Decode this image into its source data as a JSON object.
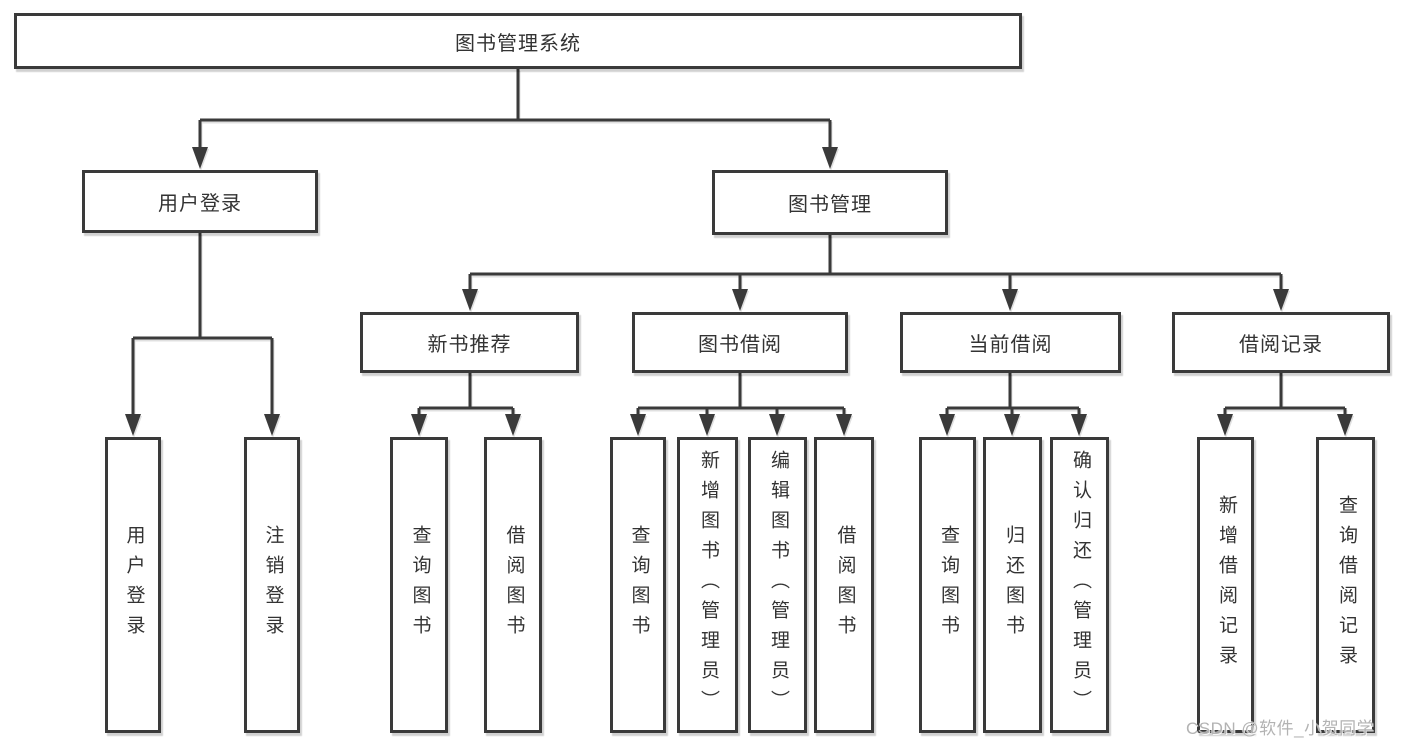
{
  "tree": {
    "root": {
      "label": "图书管理系统"
    },
    "branches": [
      {
        "label": "用户登录",
        "children": [
          "用户登录",
          "注销登录"
        ]
      },
      {
        "label": "图书管理",
        "sections": [
          {
            "label": "新书推荐",
            "children": [
              "查询图书",
              "借阅图书"
            ]
          },
          {
            "label": "图书借阅",
            "children": [
              "查询图书",
              "新增图书（管理员）",
              "编辑图书（管理员）",
              "借阅图书"
            ]
          },
          {
            "label": "当前借阅",
            "children": [
              "查询图书",
              "归还图书",
              "确认归还（管理员）"
            ]
          },
          {
            "label": "借阅记录",
            "children": [
              "新增借阅记录",
              "查询借阅记录"
            ]
          }
        ]
      }
    ]
  },
  "watermark": "CSDN @软件_小贺同学",
  "colors": {
    "line": "#3a3a3a",
    "text": "#333333",
    "box_fill": "#ffffff",
    "watermark": "#b3b3b3"
  }
}
